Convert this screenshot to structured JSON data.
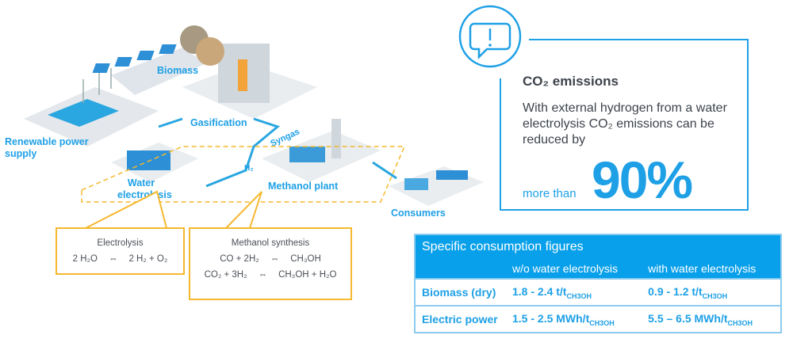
{
  "diagram_labels": {
    "renewable": "Renewable power supply",
    "biomass": "Biomass",
    "gasification": "Gasification",
    "syngas": "Syngas",
    "h2": "H₂",
    "water_electrolysis": "Water electrolysis",
    "methanol_plant": "Methanol plant",
    "consumers": "Consumers"
  },
  "callouts": {
    "electrolysis": {
      "title": "Electrolysis",
      "equations": [
        {
          "left": "2 H₂O",
          "arrow": "⇔",
          "right": "2 H₂ + O₂"
        }
      ]
    },
    "methanol": {
      "title": "Methanol synthesis",
      "equations": [
        {
          "left": "CO + 2H₂",
          "arrow": "⇔",
          "right": "CH₃OH"
        },
        {
          "left": "CO₂ + 3H₂",
          "arrow": "⇔",
          "right": "CH₃OH + H₂O"
        }
      ]
    }
  },
  "co2": {
    "icon": "speech-bubble-exclamation-icon",
    "title": "CO₂ emissions",
    "text": "With external hydrogen from a water electrolysis CO₂ emissions can be reduced by",
    "prefix": "more than",
    "value": "90%"
  },
  "table": {
    "title": "Specific consumption figures",
    "columns": [
      "",
      "w/o water electrolysis",
      "with water electrolysis"
    ],
    "rows": [
      {
        "label": "Biomass (dry)",
        "c1": "1.8 - 2.4 t/t",
        "c1_sub": "CH3OH",
        "c2": "0.9 - 1.2 t/t",
        "c2_sub": "CH3OH"
      },
      {
        "label": "Electric power",
        "c1": "1.5 - 2.5 MWh/t",
        "c1_sub": "CH3OH",
        "c2": "5.5 – 6.5 MWh/t",
        "c2_sub": "CH3OH"
      }
    ]
  },
  "colors": {
    "accent": "#1ea0e6",
    "callout": "#f5b82e"
  }
}
